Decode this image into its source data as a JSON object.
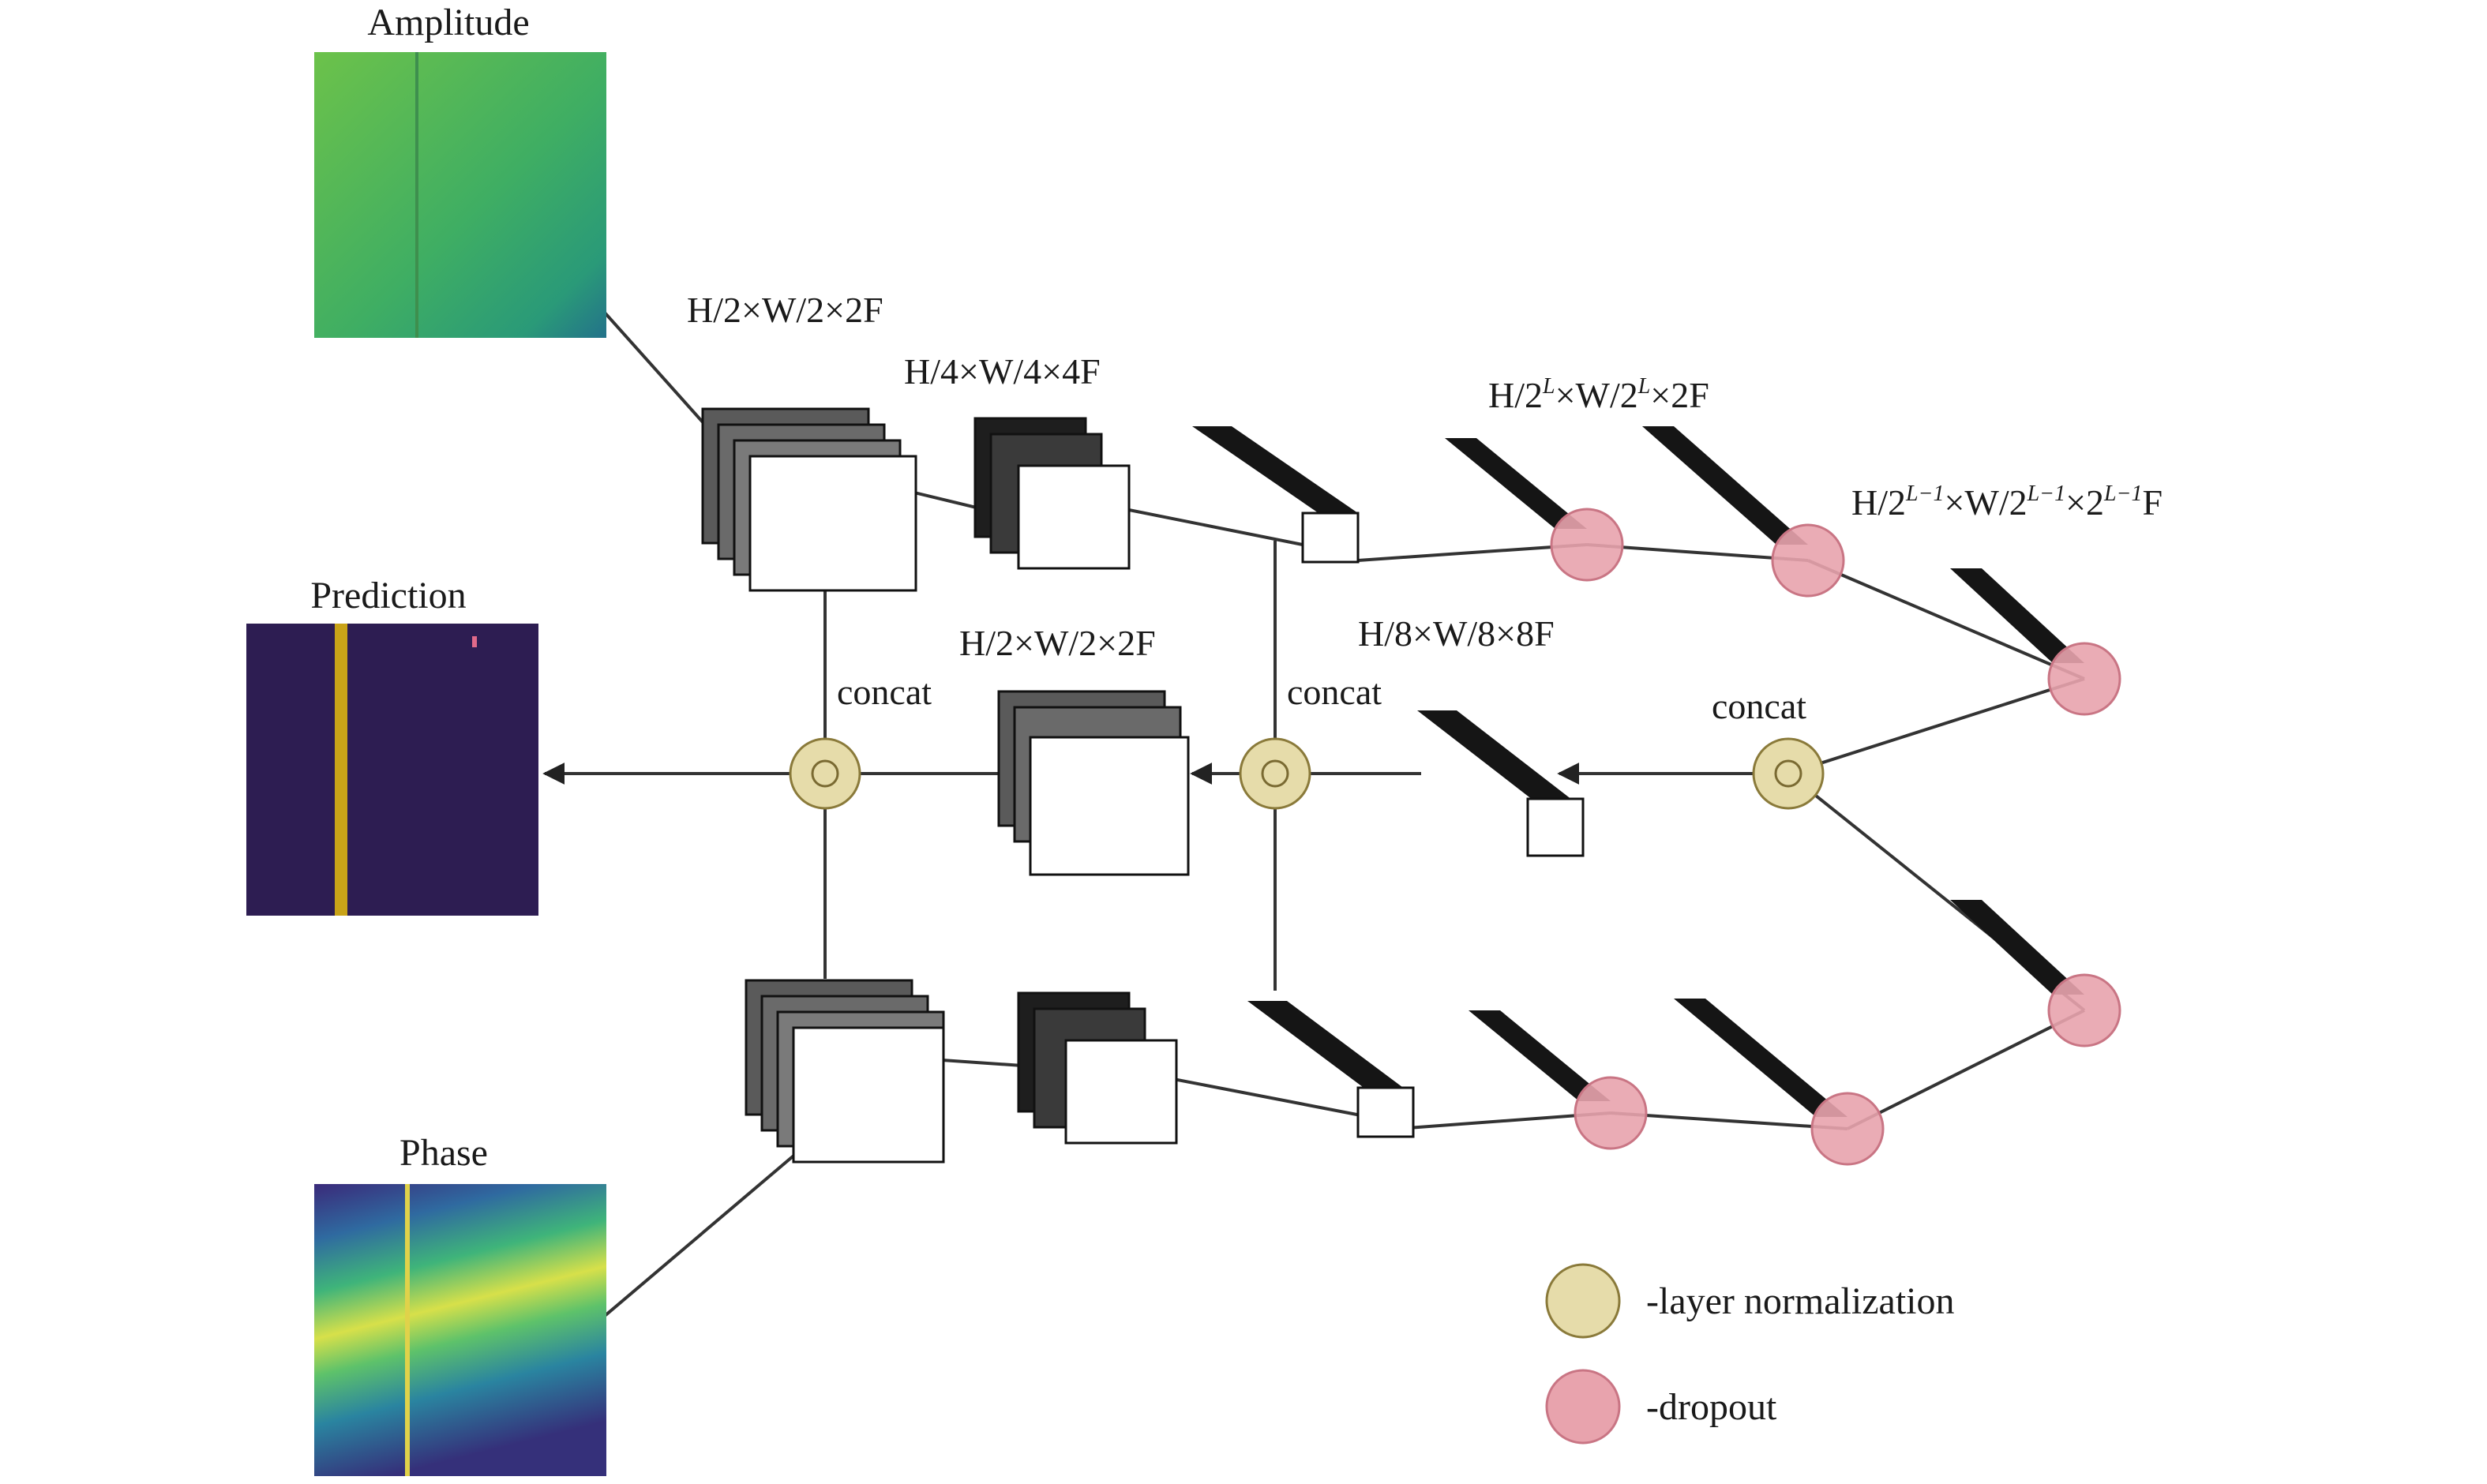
{
  "images": {
    "amplitude": {
      "label": "Amplitude"
    },
    "prediction": {
      "label": "Prediction"
    },
    "phase": {
      "label": "Phase"
    }
  },
  "encoder_labels": {
    "level1": "H/2×W/2×2F",
    "level2": "H/4×W/4×4F",
    "deep": {
      "base": "H/2",
      "sup1": "L",
      "mid": "×W/2",
      "sup2": "L",
      "end": "×2F"
    },
    "deepest": {
      "base": "H/2",
      "sup1": "L−1",
      "mid": "×W/2",
      "sup2": "L−1",
      "mid2": "×2",
      "sup3": "L−1",
      "end": "F"
    }
  },
  "decoder_labels": {
    "upsample1": "H/2×W/2×2F",
    "upsample3": "H/8×W/8×8F"
  },
  "concat_labels": [
    "concat",
    "concat",
    "concat"
  ],
  "legend": [
    {
      "label": "-layer normalization",
      "color": "#e6dcaa"
    },
    {
      "label": "-dropout",
      "color": "#e8a3ad"
    }
  ],
  "colors": {
    "layer_norm": "#e6dcaa",
    "dropout": "#e8a3ad",
    "block_dark": "#151515",
    "block_mid": "#5a5a5a",
    "connector": "#333333"
  }
}
